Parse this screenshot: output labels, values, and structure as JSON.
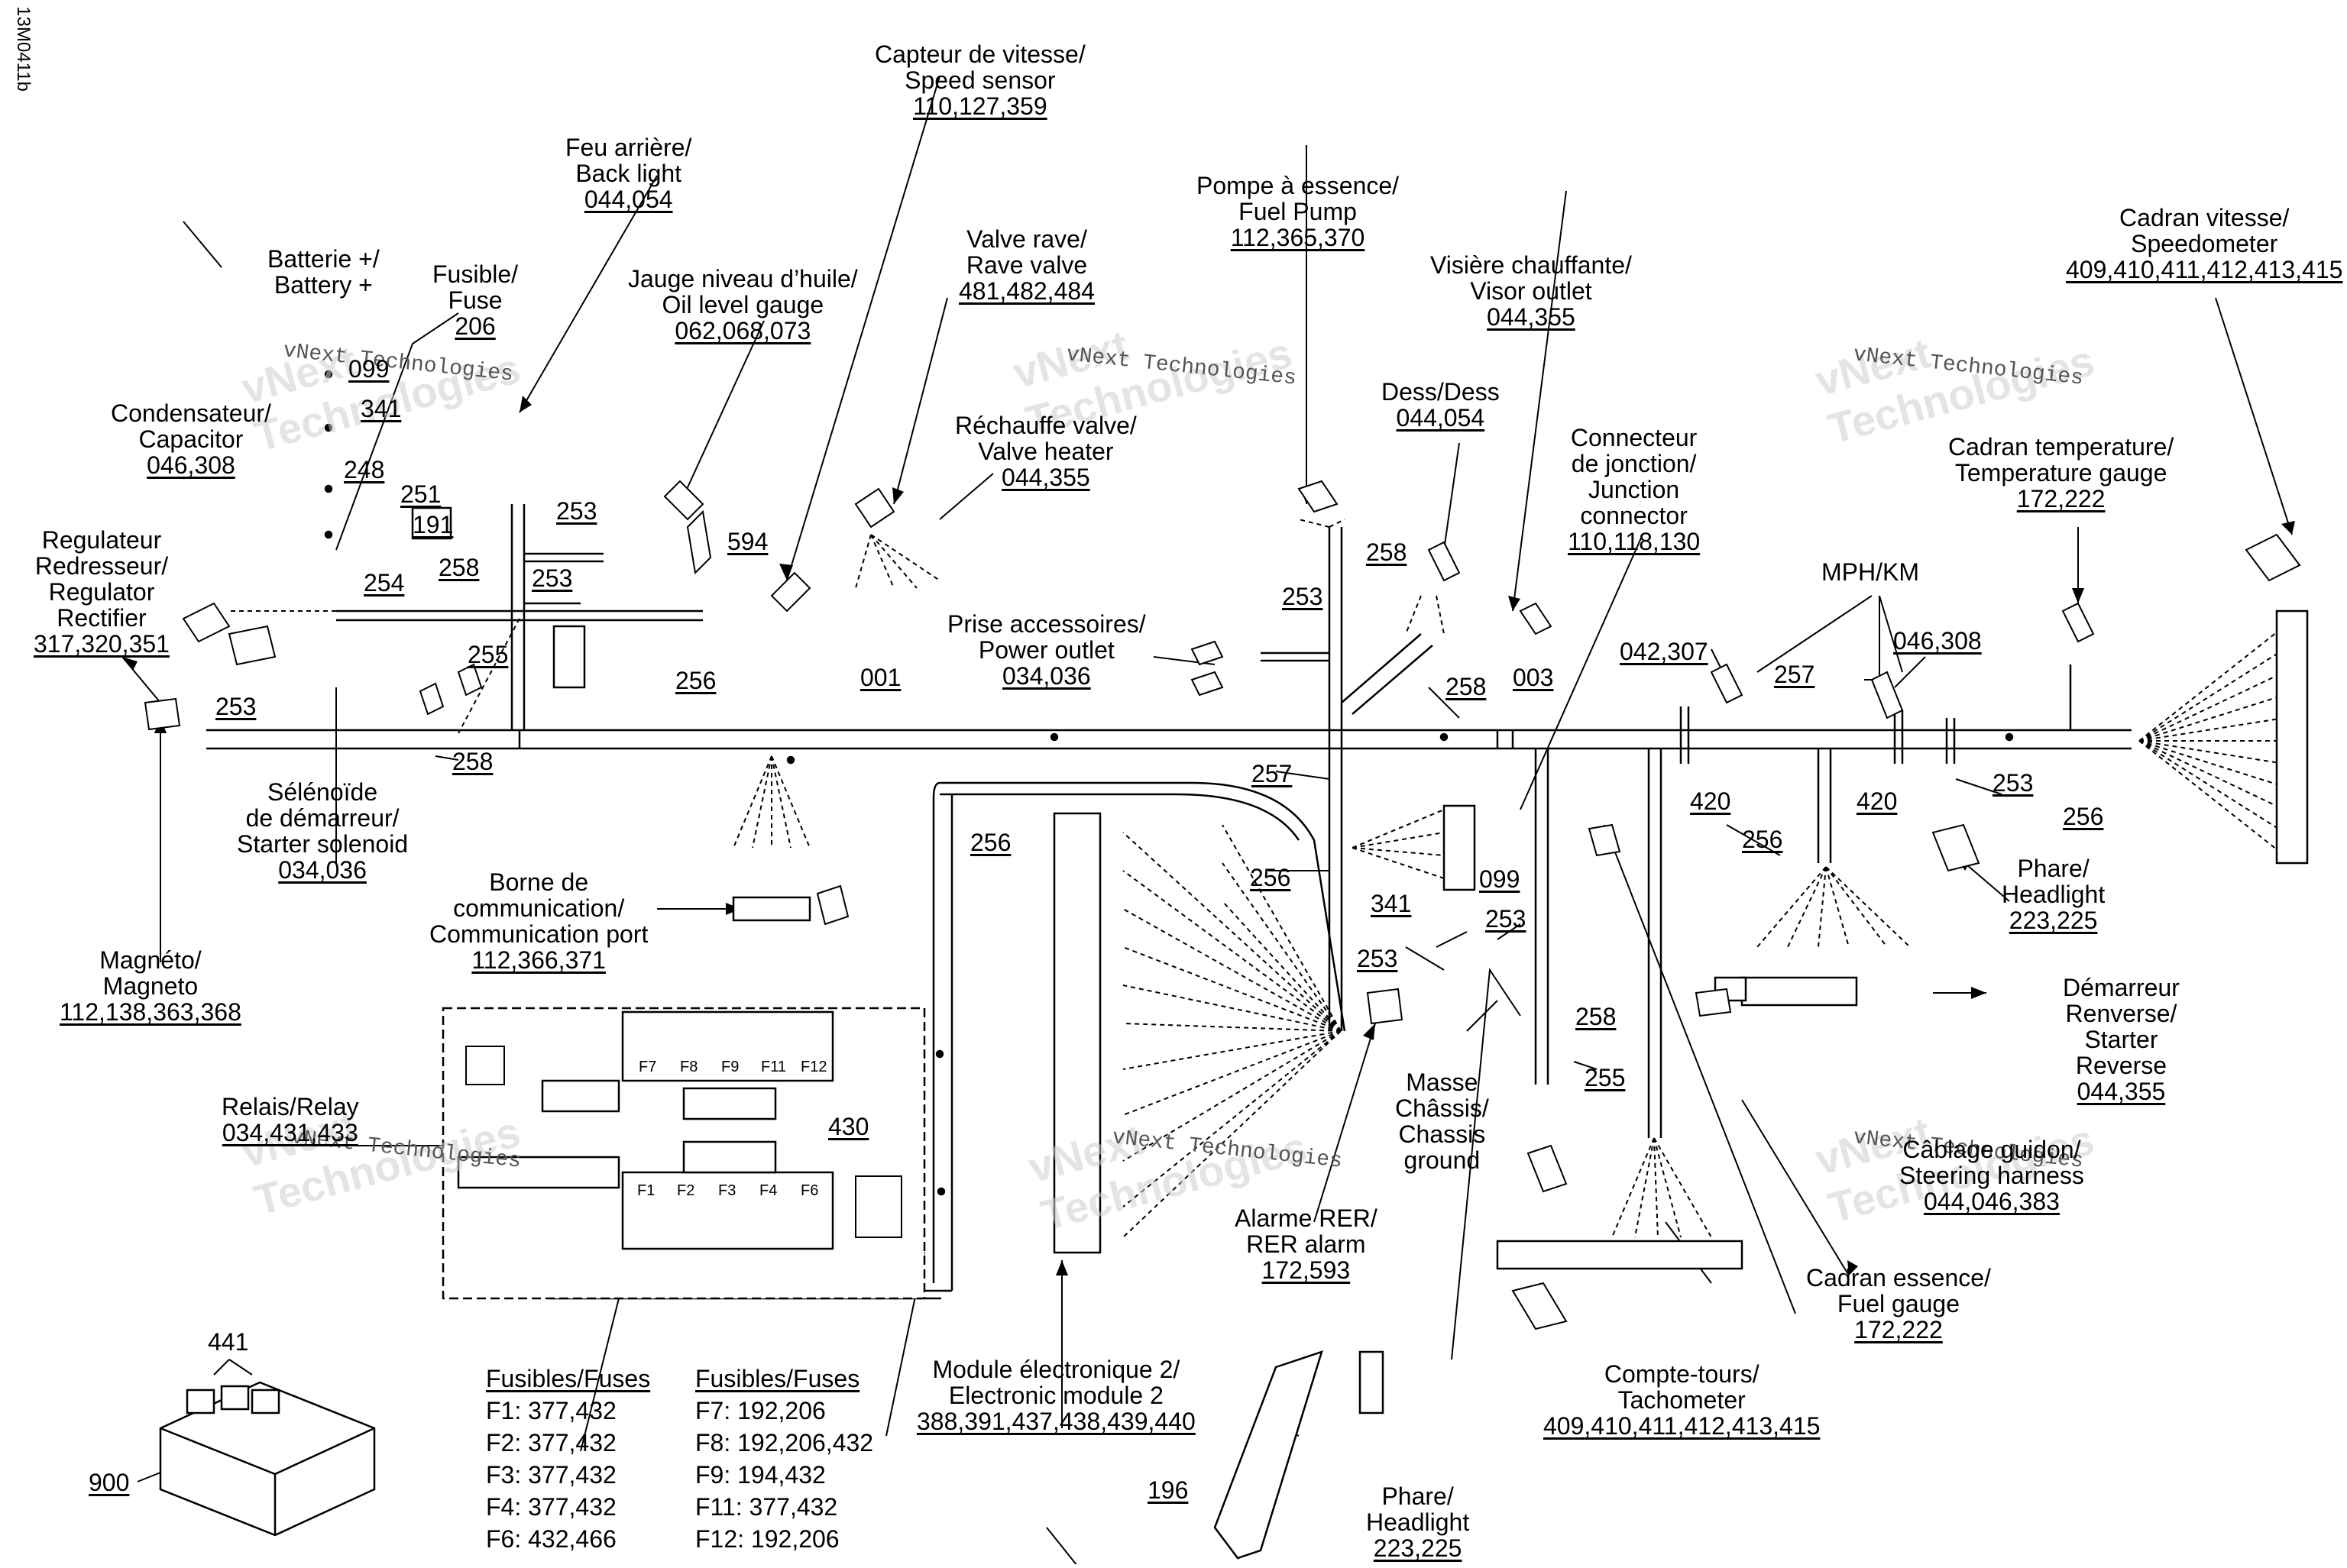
{
  "side_id": "13M0411b",
  "watermarks": [
    "vNext Technologies",
    "vNext\nTechnologies"
  ],
  "labels": {
    "speed_sensor": [
      "Capteur de vitesse/",
      "Speed sensor",
      "110,127,359"
    ],
    "back_light": [
      "Feu arrière/",
      "Back light",
      "044,054"
    ],
    "oil_gauge": [
      "Jauge niveau d’huile/",
      "Oil level gauge",
      "062,068,073"
    ],
    "fuse": [
      "Fusible/",
      "Fuse",
      "206"
    ],
    "battery": [
      "Batterie +/",
      "Battery +"
    ],
    "capacitor": [
      "Condensateur/",
      "Capacitor",
      "046,308"
    ],
    "regulator": [
      "Regulateur",
      "Redresseur/",
      "Regulator",
      "Rectifier",
      "317,320,351"
    ],
    "rave_valve": [
      "Valve rave/",
      "Rave valve",
      "481,482,484"
    ],
    "valve_heater": [
      "Réchauffe valve/",
      "Valve heater",
      "044,355"
    ],
    "fuel_pump": [
      "Pompe à essence/",
      "Fuel Pump",
      "112,365,370"
    ],
    "visor_outlet": [
      "Visière chauffante/",
      "Visor outlet",
      "044,355"
    ],
    "dess": [
      "Dess/Dess",
      "044,054"
    ],
    "junction_connector": [
      "Connecteur",
      "de jonction/",
      "Junction",
      "connector",
      "110,118,130"
    ],
    "speedometer": [
      "Cadran vitesse/",
      "Speedometer",
      "409,410,411,412,413,415"
    ],
    "temp_gauge": [
      "Cadran temperature/",
      "Temperature gauge",
      "172,222"
    ],
    "mph_km": [
      "MPH/KM"
    ],
    "power_outlet": [
      "Prise accessoires/",
      "Power outlet",
      "034,036"
    ],
    "starter_solenoid": [
      "Sélénoïde",
      "de démarreur/",
      "Starter solenoid",
      "034,036"
    ],
    "comm_port": [
      "Borne de",
      "communication/",
      "Communication port",
      "112,366,371"
    ],
    "magneto": [
      "Magnéto/",
      "Magneto",
      "112,138,363,368"
    ],
    "relay": [
      "Relais/Relay",
      "034,431,433"
    ],
    "headlight_right": [
      "Phare/",
      "Headlight",
      "223,225"
    ],
    "starter_reverse": [
      "Démarreur",
      "Renverse/",
      "Starter",
      "Reverse",
      "044,355"
    ],
    "steering_harness": [
      "Câblage guidon/",
      "Steering harness",
      "044,046,383"
    ],
    "chassis_ground": [
      "Masse",
      "Châssis/",
      "Chassis",
      "ground"
    ],
    "rer_alarm": [
      "Alarme RER/",
      "RER alarm",
      "172,593"
    ],
    "fuel_gauge": [
      "Cadran essence/",
      "Fuel gauge",
      "172,222"
    ],
    "tachometer": [
      "Compte-tours/",
      "Tachometer",
      "409,410,411,412,413,415"
    ],
    "electronic_module": [
      "Module électronique 2/",
      "Electronic module 2",
      "388,391,437,438,439,440"
    ],
    "headlight_bottom": [
      "Phare/",
      "Headlight",
      "223,225"
    ]
  },
  "refs": {
    "r099a": "099",
    "r341a": "341",
    "r248": "248",
    "r251": "251",
    "r191": "191",
    "r253a": "253",
    "r258a": "258",
    "r253b": "253",
    "r594": "594",
    "r254": "254",
    "r255a": "255",
    "r256a": "256",
    "r001": "001",
    "r253c": "253",
    "r258b": "258",
    "r258c": "258",
    "r003": "003",
    "r042": "042,307",
    "r257a": "257",
    "r046": "046,308",
    "r253d": "253",
    "r258d": "258",
    "r257b": "257",
    "r256b": "256",
    "r420a": "420",
    "r420b": "420",
    "r256c": "256",
    "r256d": "256",
    "r256e": "256",
    "r099b": "099",
    "r341b": "341",
    "r253e": "253",
    "r253f": "253",
    "r258e": "258",
    "r255b": "255",
    "r430": "430",
    "r441": "441",
    "r900": "900",
    "r196": "196"
  },
  "fuses_left": {
    "title": "Fusibles/Fuses",
    "items": [
      "F1: 377,432",
      "F2: 377,432",
      "F3: 377,432",
      "F4: 377,432",
      "F6: 432,466"
    ]
  },
  "fuses_right": {
    "title": "Fusibles/Fuses",
    "items": [
      "F7: 192,206",
      "F8: 192,206,432",
      "F9: 194,432",
      "F11: 377,432",
      "F12: 192,206"
    ]
  },
  "fuse_box_labels": {
    "top": [
      "F7",
      "F8",
      "F9",
      "F11",
      "F12"
    ],
    "bottom": [
      "F1",
      "F2",
      "F3",
      "F4",
      "F6"
    ]
  }
}
